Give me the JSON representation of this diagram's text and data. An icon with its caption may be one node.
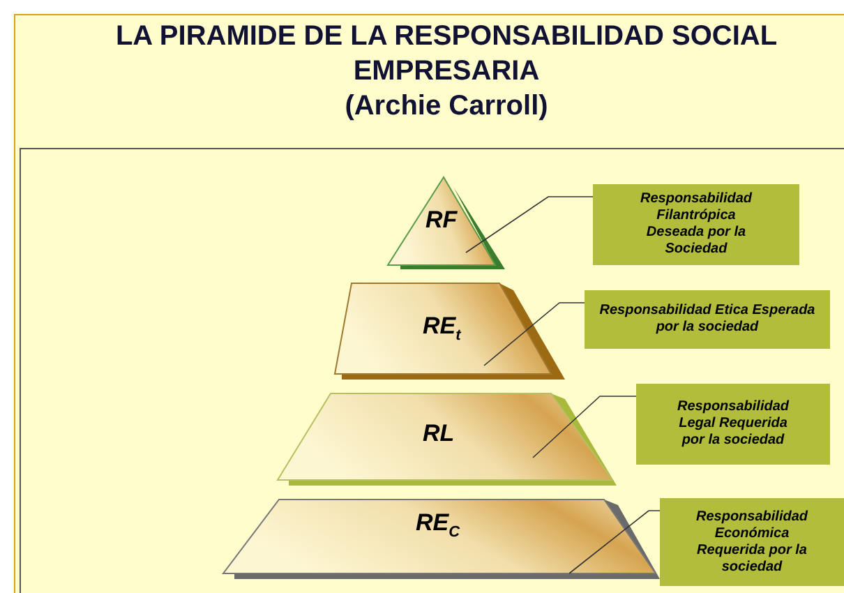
{
  "diagram": {
    "title": "LA PIRAMIDE DE LA RESPONSABILIDAD SOCIAL EMPRESARIA",
    "nodes": [
      {
        "text": [
          "RF"
        ]
      },
      {
        "text": [
          "Responsabilidad Filantrópica Deseada por la Sociedad"
        ]
      },
      {
        "text": [
          "RE$_{t}$"
        ]
      },
      {
        "text": [
          "Responsabilidad Etica Esperada por la sociedad"
        ]
      },
      {
        "text": [
          "RL"
        ]
      },
      {
        "text": [
          "Responsabilidad Legal Requerida por la sociedad"
        ]
      },
      {
        "text": [
          "RE$_{C}$"
        ]
      },
      {
        "text": [
          "Responsabilidad Económica Requerida por la sociedad"
        ]
      }
    ],
    "edges": [
      {
        "from": 1,
        "to": 0,
        "arrow": "none"
      },
      {
        "from": 3,
        "to": 2,
        "arrow": "none"
      },
      {
        "from": 5,
        "to": 4,
        "arrow": "none"
      },
      {
        "from": 7,
        "to": 6,
        "arrow": "none"
      }
    ],
    "labels": [
      "(Archie Carroll)"
    ]
  }
}
